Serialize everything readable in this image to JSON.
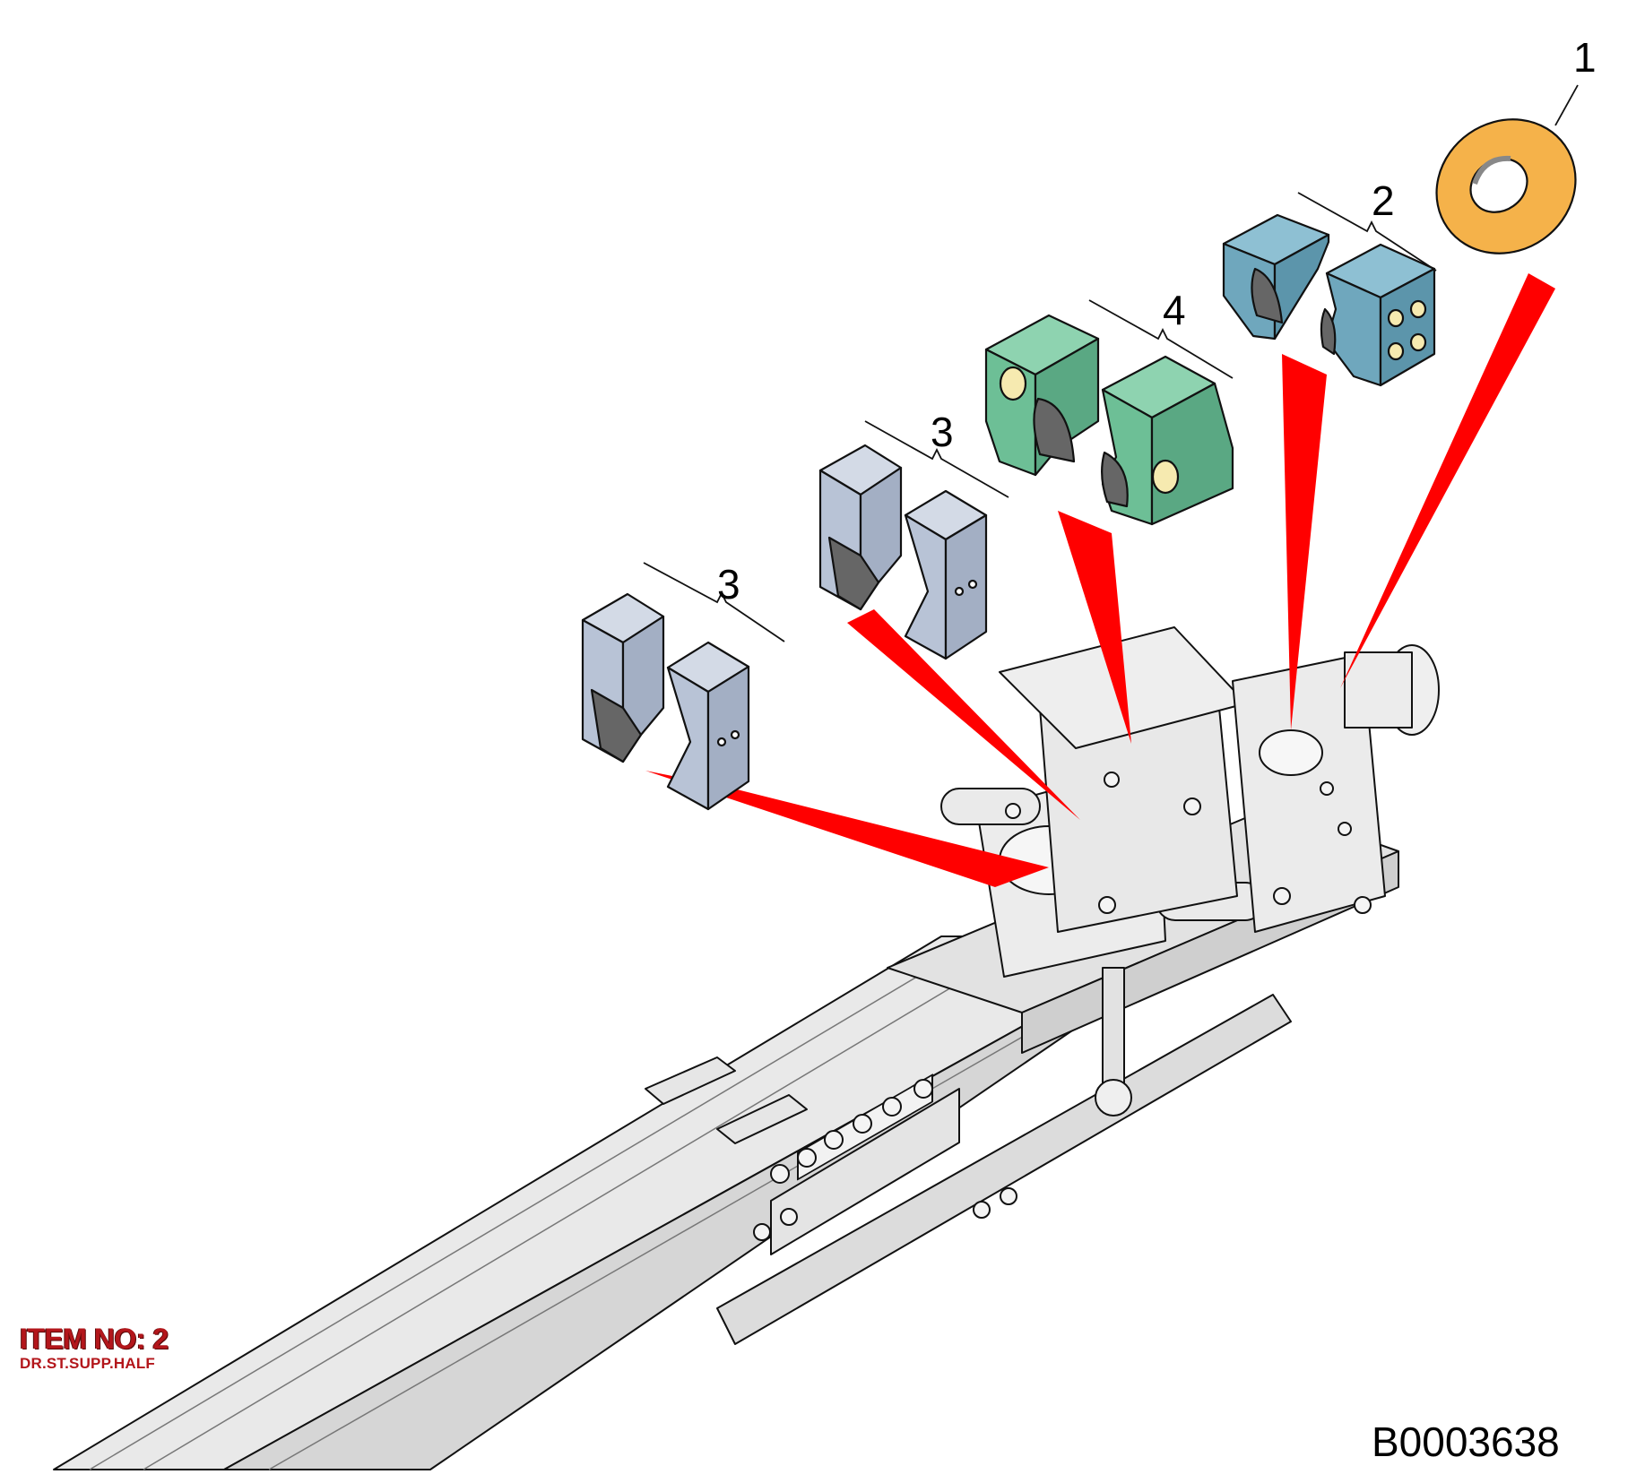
{
  "callouts": {
    "c1": "1",
    "c2": "2",
    "c3a": "3",
    "c3b": "3",
    "c4": "4"
  },
  "item_label": {
    "item_no": "ITEM NO: 2",
    "description": "DR.ST.SUPP.HALF"
  },
  "drawing_number": "B0003638",
  "colors": {
    "washer": "#f5b24a",
    "support_halves": "#6fa7bd",
    "clamp_halves": "#6dbf96",
    "jaw_blocks": "#b8c3d6",
    "pointer": "#ff0000",
    "machine": "#e6e6e6"
  }
}
